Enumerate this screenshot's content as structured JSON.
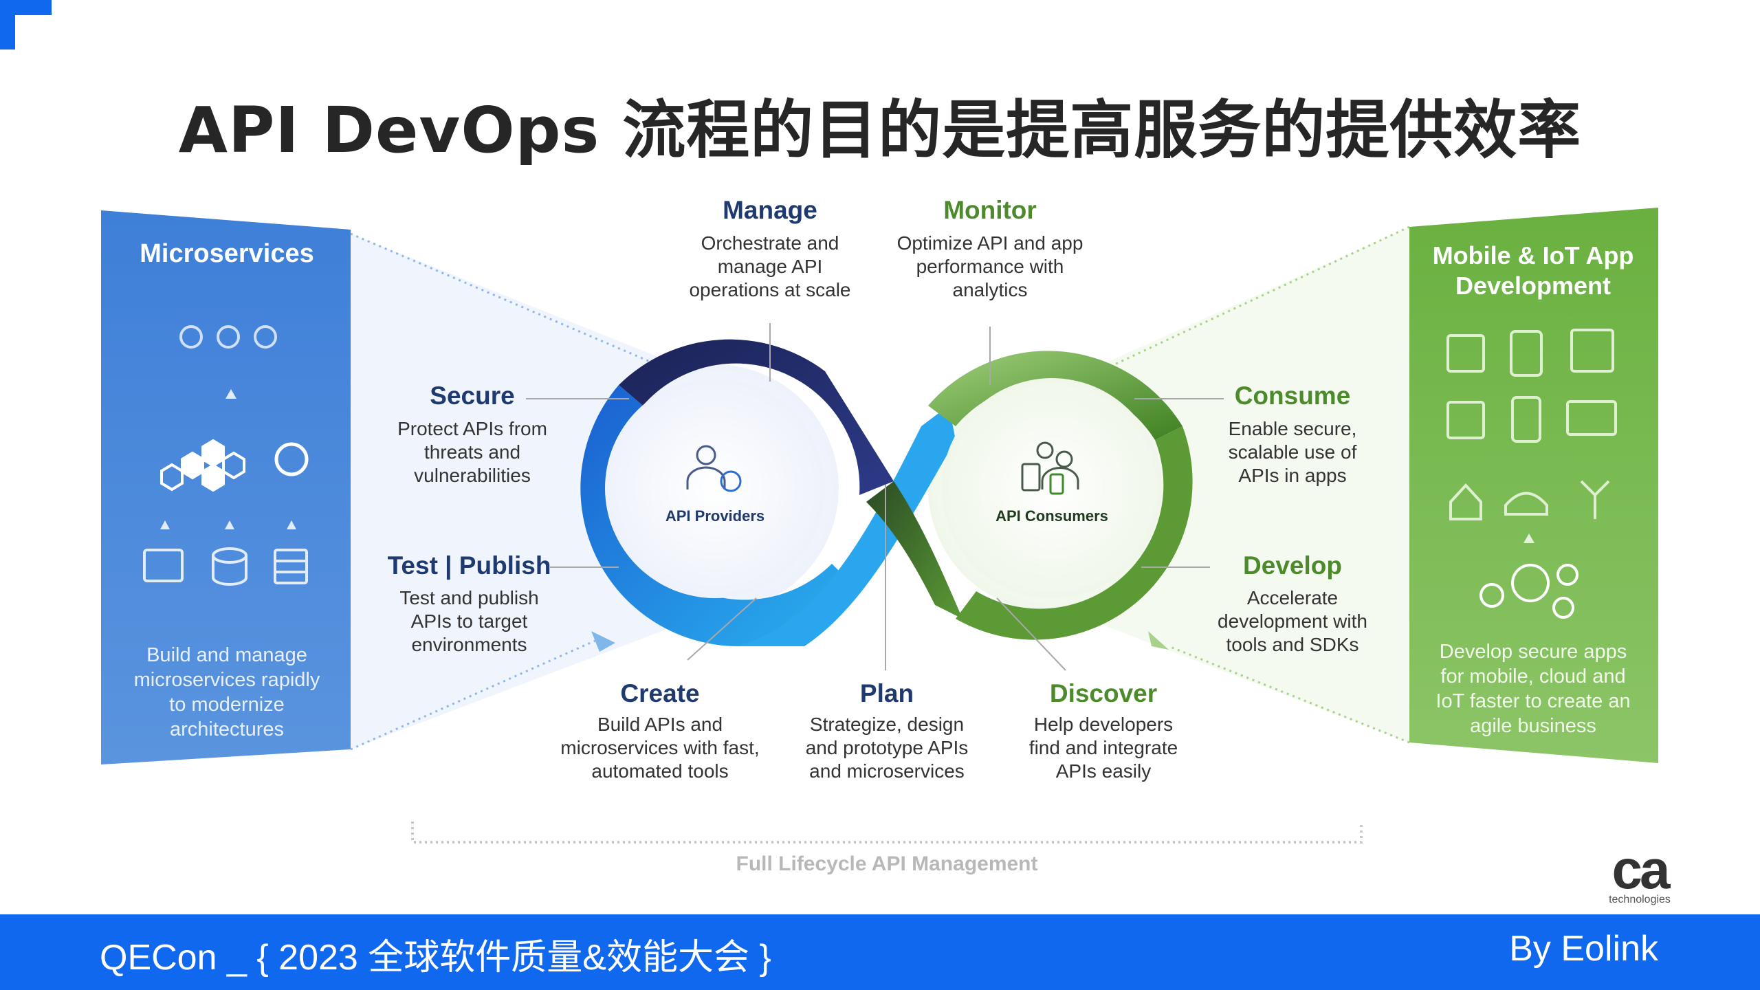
{
  "title": "API DevOps 流程的目的是提高服务的提供效率",
  "left_panel": {
    "title": "Microservices",
    "text": [
      "Build and manage",
      "microservices rapidly",
      "to modernize",
      "architectures"
    ]
  },
  "right_panel": {
    "title": [
      "Mobile & IoT App",
      "Development"
    ],
    "text": [
      "Develop secure apps",
      "for mobile, cloud and",
      "IoT faster to create an",
      "agile business"
    ]
  },
  "loop": {
    "left_center": "API Providers",
    "right_center": "API Consumers"
  },
  "stages": {
    "manage": {
      "title": "Manage",
      "desc": [
        "Orchestrate and",
        "manage API",
        "operations at scale"
      ]
    },
    "monitor": {
      "title": "Monitor",
      "desc": [
        "Optimize API and app",
        "performance with",
        "analytics"
      ]
    },
    "secure": {
      "title": "Secure",
      "desc": [
        "Protect APIs from",
        "threats and",
        "vulnerabilities"
      ]
    },
    "consume": {
      "title": "Consume",
      "desc": [
        "Enable secure,",
        "scalable use of",
        "APIs in apps"
      ]
    },
    "test": {
      "title": "Test | Publish",
      "desc": [
        "Test and publish",
        "APIs to target",
        "environments"
      ]
    },
    "develop": {
      "title": "Develop",
      "desc": [
        "Accelerate",
        "development with",
        "tools and SDKs"
      ]
    },
    "create": {
      "title": "Create",
      "desc": [
        "Build APIs and",
        "microservices with fast,",
        "automated tools"
      ]
    },
    "plan": {
      "title": "Plan",
      "desc": [
        "Strategize, design",
        "and prototype APIs",
        "and microservices"
      ]
    },
    "discover": {
      "title": "Discover",
      "desc": [
        "Help developers",
        "find and integrate",
        "APIs easily"
      ]
    }
  },
  "bracket_label": "Full Lifecycle API Management",
  "logo": {
    "mark": "ca",
    "sub": "technologies"
  },
  "footer": {
    "left": "QECon _ { 2023 全球软件质量&效能大会 }",
    "right": "By Eolink"
  },
  "colors": {
    "accent_blue": "#1068ee",
    "panel_blue": "#4a86d8",
    "panel_green": "#72b04a",
    "loop_navy": "#1e2a66",
    "loop_blue": "#1e8be0",
    "loop_green": "#4d8a2b"
  }
}
